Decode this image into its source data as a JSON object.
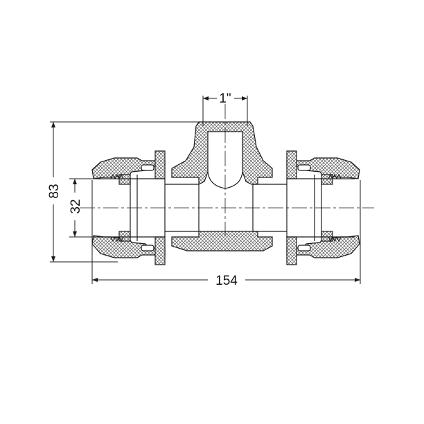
{
  "dimensions": {
    "thread_size": "1\"",
    "overall_height": "83",
    "pipe_diameter": "32",
    "overall_length": "154"
  },
  "colors": {
    "line": "#1a1a1a",
    "hatch": "#555555",
    "background": "#ffffff"
  }
}
